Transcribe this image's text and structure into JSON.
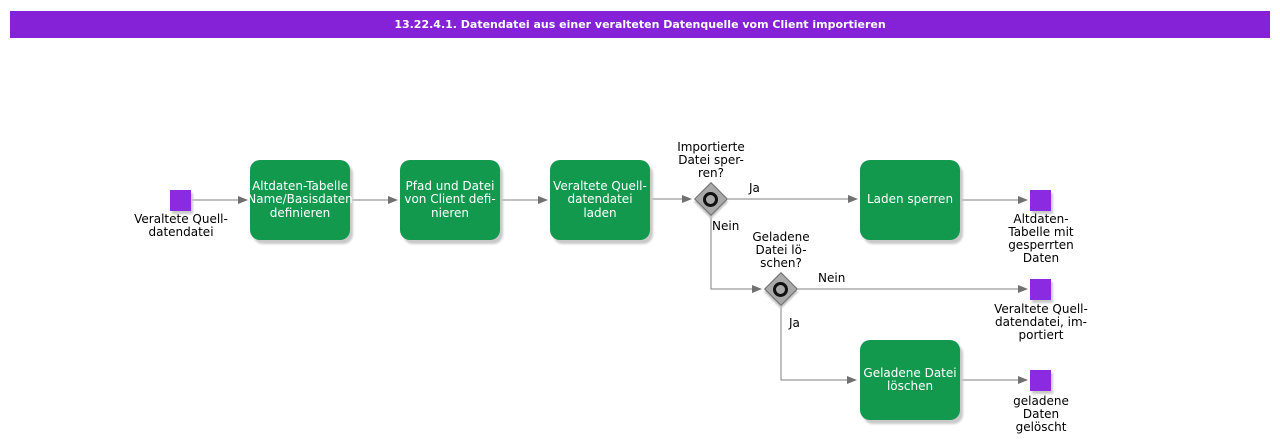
{
  "title": "13.22.4.1. Datendatei aus einer veralteten Datenquelle vom Client importieren",
  "colors": {
    "title_bar": "#8522D8",
    "event_purple": "#8A2BE2",
    "task_green": "#13994E",
    "gateway_gray": "#A9A9A9",
    "connector": "#808080"
  },
  "nodes": {
    "start": {
      "label": "Veraltete Quell-\ndatendatei"
    },
    "task1": {
      "label": "Altdaten-Tabelle\nName/Basisdaten\ndefinieren"
    },
    "task2": {
      "label": "Pfad und Datei\nvon Client defi-\nnieren"
    },
    "task3": {
      "label": "Veraltete Quell-\ndatendatei laden"
    },
    "task4": {
      "label": "Laden sperren"
    },
    "task5": {
      "label": "Geladene Datei\nlöschen"
    },
    "decision1": {
      "question": "Importierte\nDatei sper-\nren?",
      "yes_label": "Ja",
      "no_label": "Nein"
    },
    "decision2": {
      "question": "Geladene\nDatei lö-\nschen?",
      "yes_label": "Ja",
      "no_label": "Nein"
    },
    "end1": {
      "label": "Altdaten-\nTabelle mit\ngesperrten\nDaten"
    },
    "end2": {
      "label": "Veraltete Quell-\ndatendatei, im-\nportiert"
    },
    "end3": {
      "label": "geladene\nDaten\ngelöscht"
    }
  }
}
